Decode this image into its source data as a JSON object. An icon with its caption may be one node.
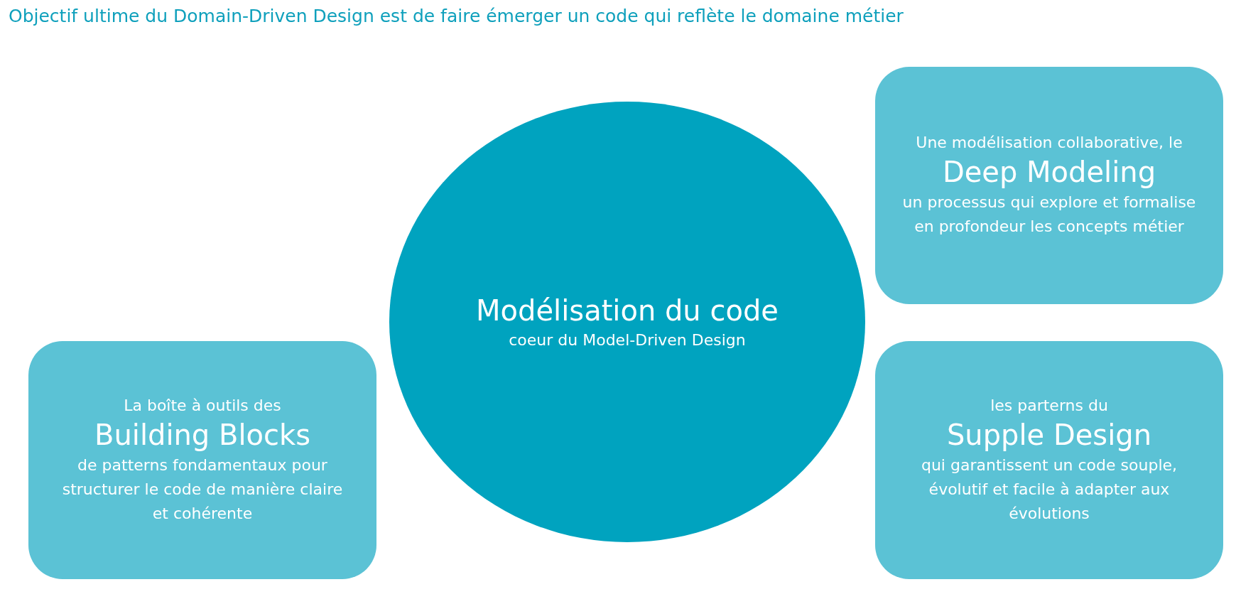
{
  "diagram": {
    "title": "Objectif ultime du Domain-Driven Design est de faire émerger un code qui reflète le domaine métier",
    "nodes": [
      {
        "text": [
          "Une modélisation collaborative, le",
          "Deep Modeling",
          "un processus qui explore et formalise en profondeur les concepts métier"
        ]
      },
      {
        "text": [
          "Modélisation du code",
          "coeur du Model-Driven Design"
        ]
      },
      {
        "text": [
          "La boîte à outils des",
          "Building Blocks",
          "de patterns fondamentaux pour structurer le code de manière claire et cohérente"
        ]
      },
      {
        "text": [
          "les parterns du",
          "Supple Design",
          "qui garantissent un code souple, évolutif et facile à adapter aux évolutions"
        ]
      }
    ],
    "edges": []
  }
}
